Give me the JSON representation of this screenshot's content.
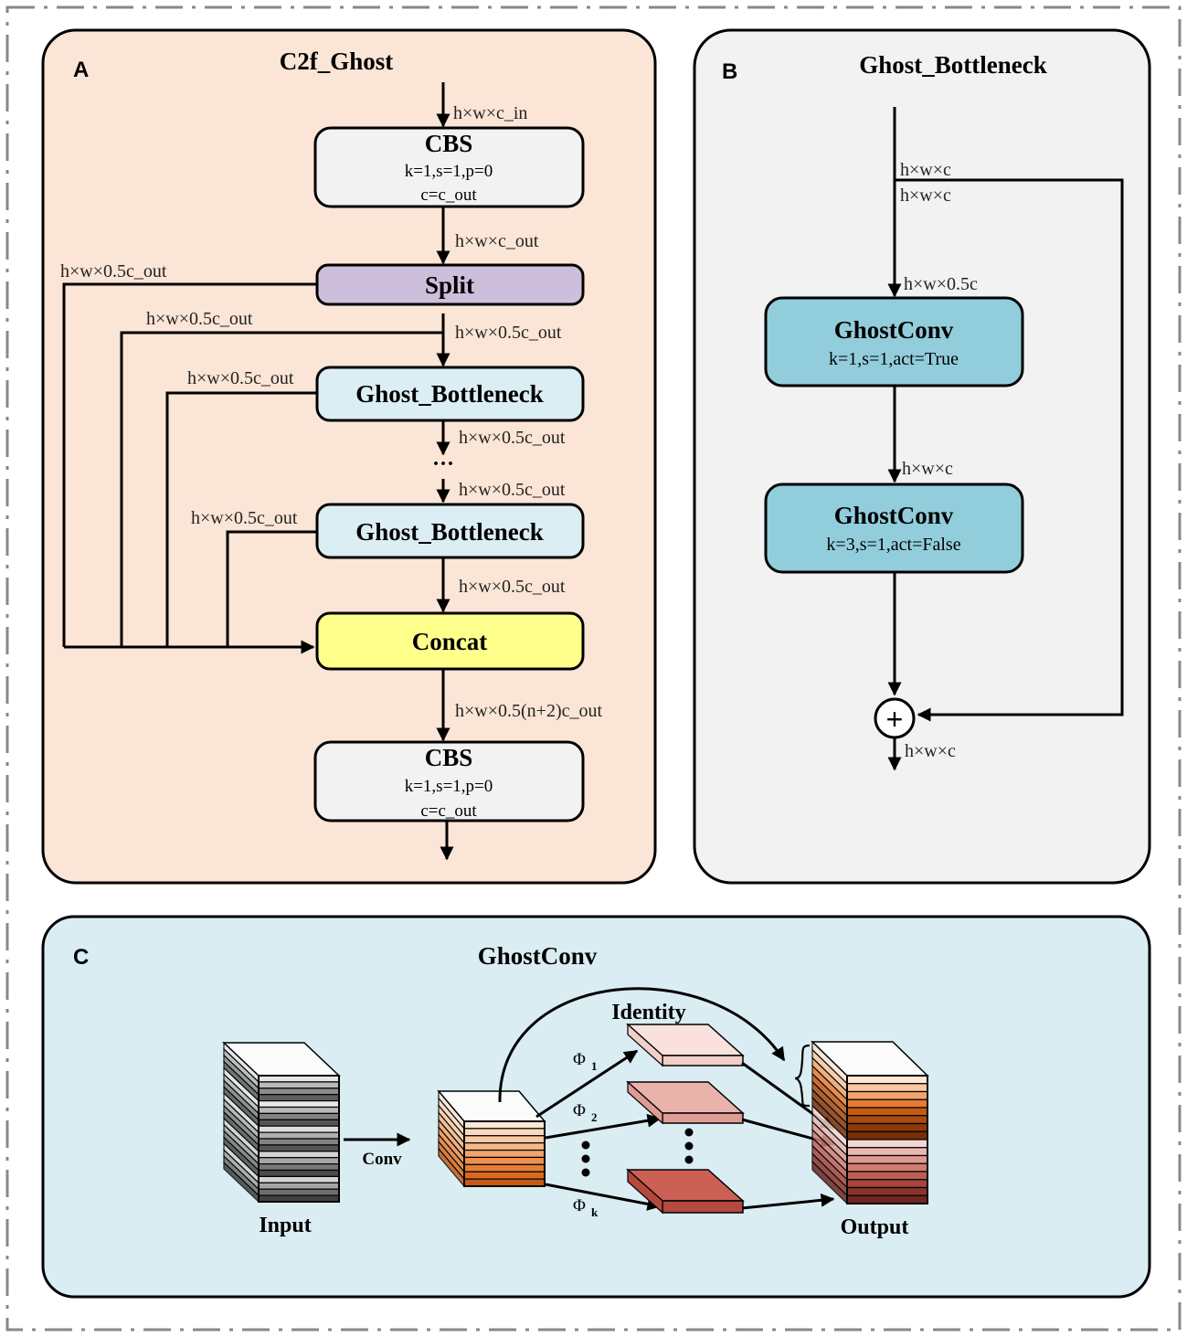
{
  "colors": {
    "panel_a_bg": "#fbe5d6",
    "panel_b_bg": "#f2f2f2",
    "panel_c_bg": "#daedf3",
    "cbs_fill": "#f2f2f2",
    "split_fill": "#cdbfdb",
    "ghost_bottleneck_fill": "#dbeef4",
    "concat_fill": "#ffff8c",
    "ghostconv_fill": "#92cddc"
  },
  "panel_a": {
    "letter": "A",
    "title": "C2f_Ghost",
    "input_label": "h×w×c_in",
    "cbs1": {
      "title": "CBS",
      "line1": "k=1,s=1,p=0",
      "line2": "c=c_out"
    },
    "after_cbs1_label": "h×w×c_out",
    "split_label": "Split",
    "branch1_label": "h×w×0.5c_out",
    "branch2_label": "h×w×0.5c_out",
    "branch3_label": "h×w×0.5c_out",
    "branch4_label": "h×w×0.5c_out",
    "split_down_label": "h×w×0.5c_out",
    "gb1_label": "Ghost_Bottleneck",
    "gb1_down_label": "h×w×0.5c_out",
    "ellipsis": "···",
    "gb2_in_label": "h×w×0.5c_out",
    "gb2_label": "Ghost_Bottleneck",
    "gb2_down_label": "h×w×0.5c_out",
    "concat_label": "Concat",
    "concat_down_label": "h×w×0.5(n+2)c_out",
    "cbs2": {
      "title": "CBS",
      "line1": "k=1,s=1,p=0",
      "line2": "c=c_out"
    }
  },
  "panel_b": {
    "letter": "B",
    "title": "Ghost_Bottleneck",
    "label_top1": "h×w×c",
    "label_top2": "h×w×c",
    "label_in_gc1": "h×w×0.5c",
    "gc1": {
      "title": "GhostConv",
      "sub": "k=1,s=1,act=True"
    },
    "label_between": "h×w×c",
    "gc2": {
      "title": "GhostConv",
      "sub": "k=3,s=1,act=False"
    },
    "add_symbol": "+",
    "label_out": "h×w×c"
  },
  "panel_c": {
    "letter": "C",
    "title": "GhostConv",
    "input_label": "Input",
    "conv_label": "Conv",
    "identity_label": "Identity",
    "phi1": "Φ",
    "phi1_sub": "1",
    "phi2": "Φ",
    "phi2_sub": "2",
    "phik": "Φ",
    "phik_sub": "k",
    "output_label": "Output"
  }
}
